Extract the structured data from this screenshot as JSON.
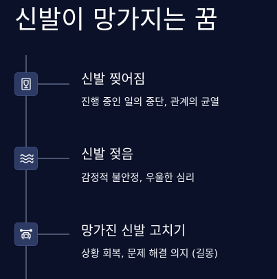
{
  "page": {
    "title": "신발이 망가지는 꿈"
  },
  "items": [
    {
      "icon": "shield-icon",
      "title": "신발 찢어짐",
      "description": "진행 중인 일의 중단, 관계의 균열"
    },
    {
      "icon": "waves-icon",
      "title": "신발 젖음",
      "description": "감정적 불안정, 우울한 심리"
    },
    {
      "icon": "car-repair-icon",
      "title": "망가진 신발 고치기",
      "description": "상황 회복, 문제 해결 의지 (길몽)"
    }
  ],
  "colors": {
    "background": "#0a1128",
    "icon_box": "#2c3a64",
    "line": "#4a5470",
    "text": "#ffffff"
  }
}
